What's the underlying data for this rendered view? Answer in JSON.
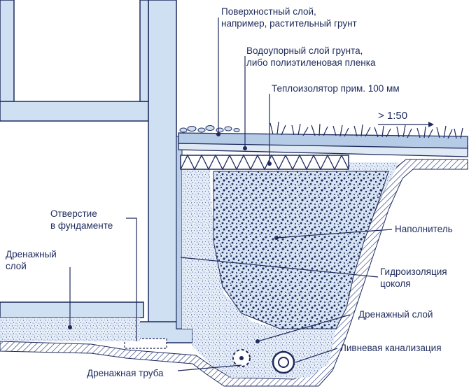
{
  "labels": {
    "surface_layer_1": "Поверхностный слой,",
    "surface_layer_2": "например, растительный грунт",
    "waterproof_soil_1": "Водоупорный слой грунта,",
    "waterproof_soil_2": "либо полиэтиленовая пленка",
    "insulation": "Теплоизолятор прим. 100 мм",
    "slope": "> 1:50",
    "filler": "Наполнитель",
    "plinth_waterproofing_1": "Гидроизоляция",
    "plinth_waterproofing_2": "цоколя",
    "drainage_layer_right": "Дренажный слой",
    "storm_sewer": "Ливневая канализация",
    "drain_pipe": "Дренажная труба",
    "foundation_hole_1": "Отверстие",
    "foundation_hole_2": "в фундаменте",
    "drainage_layer_left_1": "Дренажный",
    "drainage_layer_left_2": "слой"
  },
  "colors": {
    "structure_fill": "#cfe0f2",
    "outline": "#1e2a5c",
    "ground_hatch": "#2b3a7a",
    "gravel_fill": "#dfe9f5"
  }
}
